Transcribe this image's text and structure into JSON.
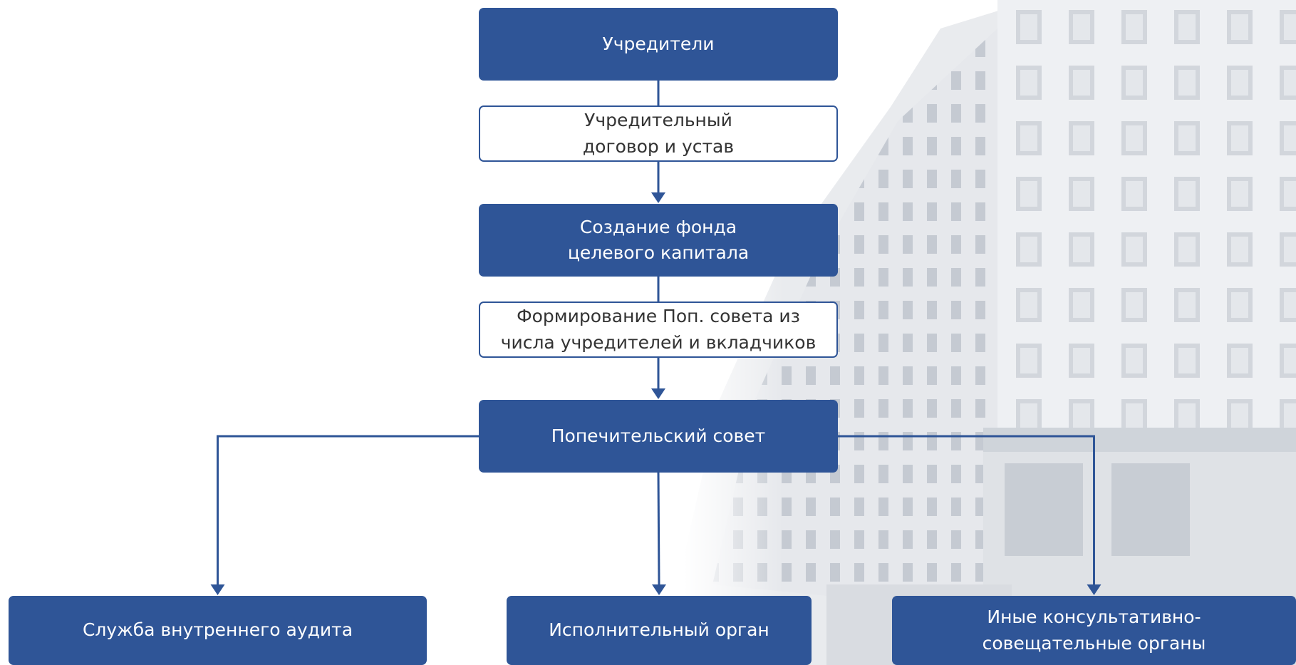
{
  "diagram": {
    "nodes": [
      {
        "id": "founders",
        "label": "Учредители",
        "style": "filled"
      },
      {
        "id": "founding-agreement",
        "label": "Учредительный\nдоговор и устав",
        "style": "outlined"
      },
      {
        "id": "endowment-creation",
        "label": "Создание фонда\nцелевого капитала",
        "style": "filled"
      },
      {
        "id": "board-formation",
        "label": "Формирование Поп. совета из\nчисла учредителей и вкладчиков",
        "style": "outlined"
      },
      {
        "id": "board-of-trustees",
        "label": "Попечительский совет",
        "style": "filled"
      },
      {
        "id": "internal-audit",
        "label": "Служба внутреннего аудита",
        "style": "filled"
      },
      {
        "id": "executive-body",
        "label": "Исполнительный орган",
        "style": "filled"
      },
      {
        "id": "advisory-bodies",
        "label": "Иные консультативно-\nсовещательные органы",
        "style": "filled"
      }
    ],
    "edges": [
      {
        "from": "founders",
        "to": "founding-agreement"
      },
      {
        "from": "founding-agreement",
        "to": "endowment-creation"
      },
      {
        "from": "endowment-creation",
        "to": "board-formation"
      },
      {
        "from": "board-formation",
        "to": "board-of-trustees"
      },
      {
        "from": "board-of-trustees",
        "to": "internal-audit"
      },
      {
        "from": "board-of-trustees",
        "to": "executive-body"
      },
      {
        "from": "board-of-trustees",
        "to": "advisory-bodies"
      }
    ]
  },
  "colors": {
    "box_fill": "#2f5597",
    "box_text": "#ffffff",
    "outline": "#2f5597",
    "outline_text": "#333333",
    "connector": "#2f5597"
  }
}
